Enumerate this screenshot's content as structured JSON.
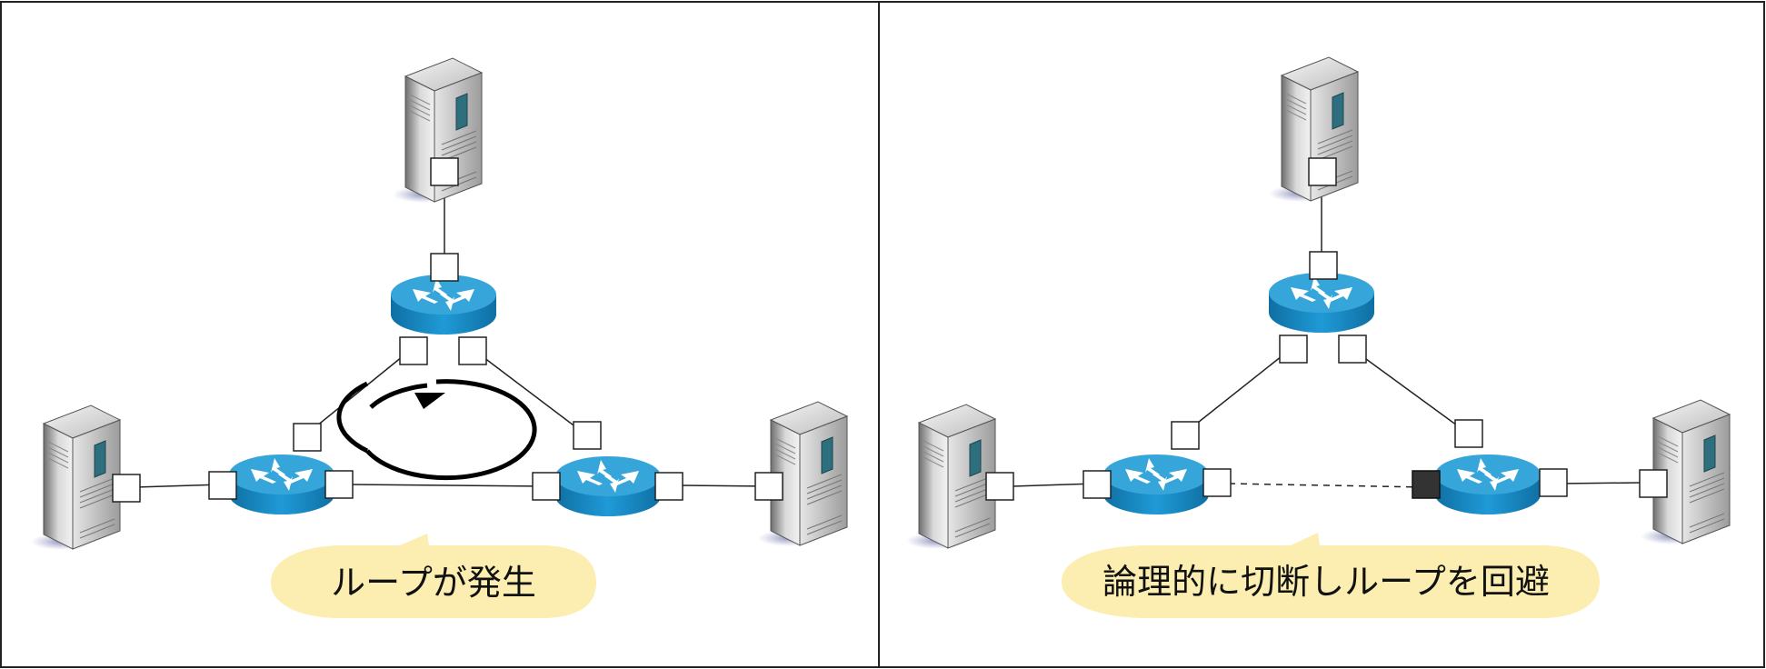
{
  "left_panel": {
    "caption": "ループが発生",
    "loop_arrow_icon": "clockwise-loop-arrow-icon"
  },
  "right_panel": {
    "caption": "論理的に切断しループを回避",
    "blocked_link": "dashed",
    "blocked_port_color": "#333333"
  },
  "colors": {
    "router_blue": "#1a8fc8",
    "router_top": "#36a6da",
    "caption_bubble": "#fbeeb0",
    "server_gray": "#9a9a9a",
    "port_fill": "#ffffff",
    "frame": "#222222"
  },
  "icons": [
    "server-icon",
    "router-icon",
    "port-icon"
  ]
}
